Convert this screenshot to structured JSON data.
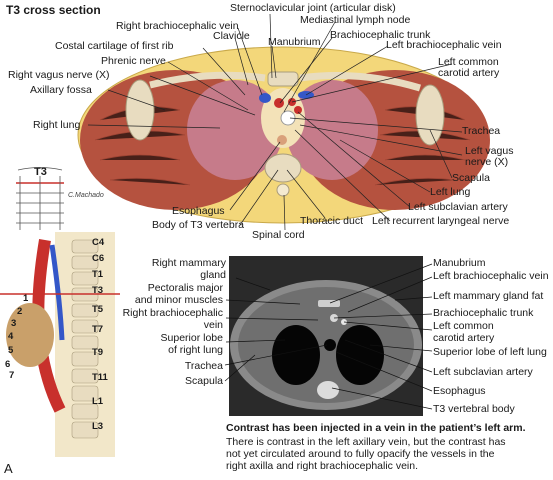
{
  "section_title": "T3 cross section",
  "top_labels": {
    "sternoclavicular_joint": "Sternoclavicular joint (articular disk)",
    "right_brachiocephalic_vein": "Right brachiocephalic vein",
    "mediastinal_lymph_node": "Mediastinal lymph node",
    "clavicle": "Clavicle",
    "costal_cartilage": "Costal cartilage of first rib",
    "manubrium": "Manubrium",
    "brachiocephalic_trunk": "Brachiocephalic trunk",
    "left_brachiocephalic_vein": "Left brachiocephalic vein",
    "phrenic_nerve": "Phrenic nerve",
    "left_common_carotid_1": "Left common",
    "left_common_carotid_2": "carotid artery",
    "right_vagus_nerve": "Right vagus nerve (X)",
    "axillary_fossa": "Axillary fossa",
    "right_lung": "Right lung",
    "trachea": "Trachea",
    "left_vagus_1": "Left vagus",
    "left_vagus_2": "nerve (X)",
    "scapula": "Scapula",
    "left_lung": "Left lung",
    "left_subclavian_artery": "Left subclavian artery",
    "left_recurrent_laryngeal": "Left recurrent laryngeal nerve",
    "esophagus": "Esophagus",
    "thoracic_duct": "Thoracic duct",
    "body_of_t3": "Body of T3 vertebra",
    "spinal_cord": "Spinal cord"
  },
  "level_marker": "T3",
  "signature": "C.Machado",
  "spine_labels": [
    "C4",
    "C6",
    "T1",
    "T3",
    "T5",
    "T7",
    "T9",
    "T11",
    "L1",
    "L3"
  ],
  "rib_labels": [
    "1",
    "2",
    "3",
    "4",
    "5",
    "6",
    "7"
  ],
  "ct_labels_left": {
    "right_mammary_gland_1": "Right mammary",
    "right_mammary_gland_2": "gland",
    "pectoralis_1": "Pectoralis major",
    "pectoralis_2": "and minor muscles",
    "right_brachio_1": "Right brachiocephalic",
    "right_brachio_2": "vein",
    "superior_lobe_right_1": "Superior lobe",
    "superior_lobe_right_2": "of right lung",
    "trachea": "Trachea",
    "scapula": "Scapula"
  },
  "ct_labels_right": {
    "manubrium": "Manubrium",
    "left_brachio_vein": "Left brachiocephalic vein",
    "left_mammary_fat": "Left mammary gland fat",
    "brachio_trunk": "Brachiocephalic trunk",
    "left_common_1": "Left common",
    "left_common_2": "carotid artery",
    "superior_lobe_left": "Superior lobe of left lung",
    "left_subclavian": "Left subclavian artery",
    "esophagus": "Esophagus",
    "t3_body": "T3 vertebral body"
  },
  "caption": {
    "bold": "Contrast has been injected in a vein in the patient’s left arm.",
    "line1": "There is contrast in the left axillary vein, but the contrast has",
    "line2": "not yet circulated around to fully opacify the vessels in the",
    "line3": "right axilla and right brachiocephalic vein."
  },
  "panel_letter": "A",
  "colors": {
    "muscle": "#b5523f",
    "fat": "#f3d77a",
    "lung": "#c67b8a",
    "vein": "#3457c8",
    "artery": "#c8302c",
    "bone": "#e8dcc0"
  }
}
